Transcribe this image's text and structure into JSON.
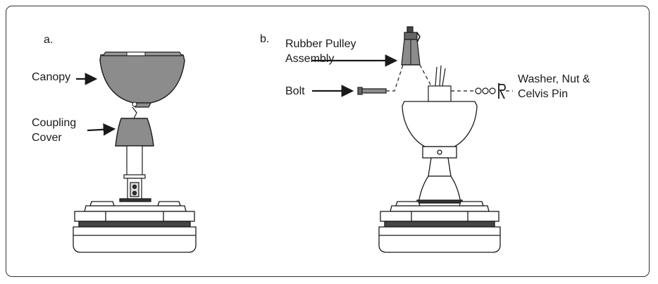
{
  "panel_a": {
    "letter": "a.",
    "canopy_label": "Canopy",
    "coupling_label": "Coupling\nCover"
  },
  "panel_b": {
    "letter": "b.",
    "rubber_pulley_label": "Rubber Pulley\nAssembly",
    "bolt_label": "Bolt",
    "washer_label": "Washer, Nut &\nCelvis Pin"
  },
  "colors": {
    "part_gray": "#8c8c8c",
    "line": "#1a1a1a",
    "light_fill": "#ffffff"
  }
}
